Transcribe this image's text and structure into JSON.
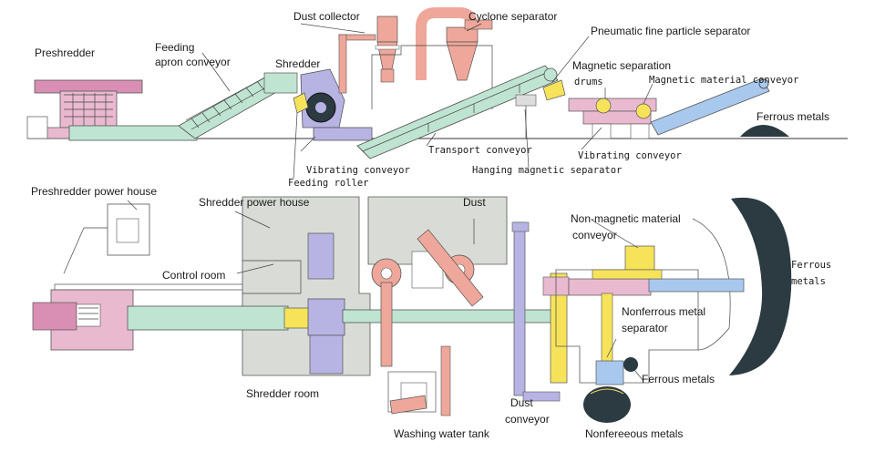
{
  "colors": {
    "pink": "#e9b9cf",
    "magenta": "#d98fb3",
    "green": "#bfe4d2",
    "green_dark": "#8fcbb0",
    "salmon": "#eea79a",
    "blue": "#a9c8ee",
    "yellow": "#f6e35a",
    "purple": "#b7b4e4",
    "gray": "#d9dcd6",
    "dark": "#2c3a42"
  },
  "top": {
    "preshredder": "Preshredder",
    "feeding_apron_line1": "Feeding",
    "feeding_apron_line2": "apron conveyor",
    "shredder": "Shredder",
    "dust_collector": "Dust collector",
    "cyclone_separator": "Cyclone separator",
    "pneumatic": "Pneumatic fine particle separator",
    "magnetic_sep_line1": "Magnetic separation",
    "magnetic_sep_line2": "drums",
    "magnetic_material_conveyor": "Magnetic material conveyor",
    "ferrous_metals": "Ferrous metals",
    "transport_conveyor": "Transport conveyor",
    "vibrating_conveyor_1": "Vibrating conveyor",
    "feeding_roller": "Feeding roller",
    "hanging_magnetic_separator": "Hanging magnetic separator",
    "vibrating_conveyor_2": "Vibrating conveyor"
  },
  "bottom": {
    "preshredder_power_house": "Preshredder power house",
    "shredder_power_house": "Shredder power house",
    "control_room": "Control room",
    "shredder_room": "Shredder room",
    "dust": "Dust",
    "washing_water_tank": "Washing water tank",
    "dust_conveyor_line1": "Dust",
    "dust_conveyor_line2": "conveyor",
    "nonmag_line1": "Non-magnetic material",
    "nonmag_line2": "conveyor",
    "nonferrous_sep_line1": "Nonferrous metal",
    "nonferrous_sep_line2": "separator",
    "ferrous_metals_small": "Ferrous metals",
    "nonferrous_metals": "Nonfereeous metals",
    "ferrous_metals_big_line1": "Ferrous",
    "ferrous_metals_big_line2": "metals"
  }
}
